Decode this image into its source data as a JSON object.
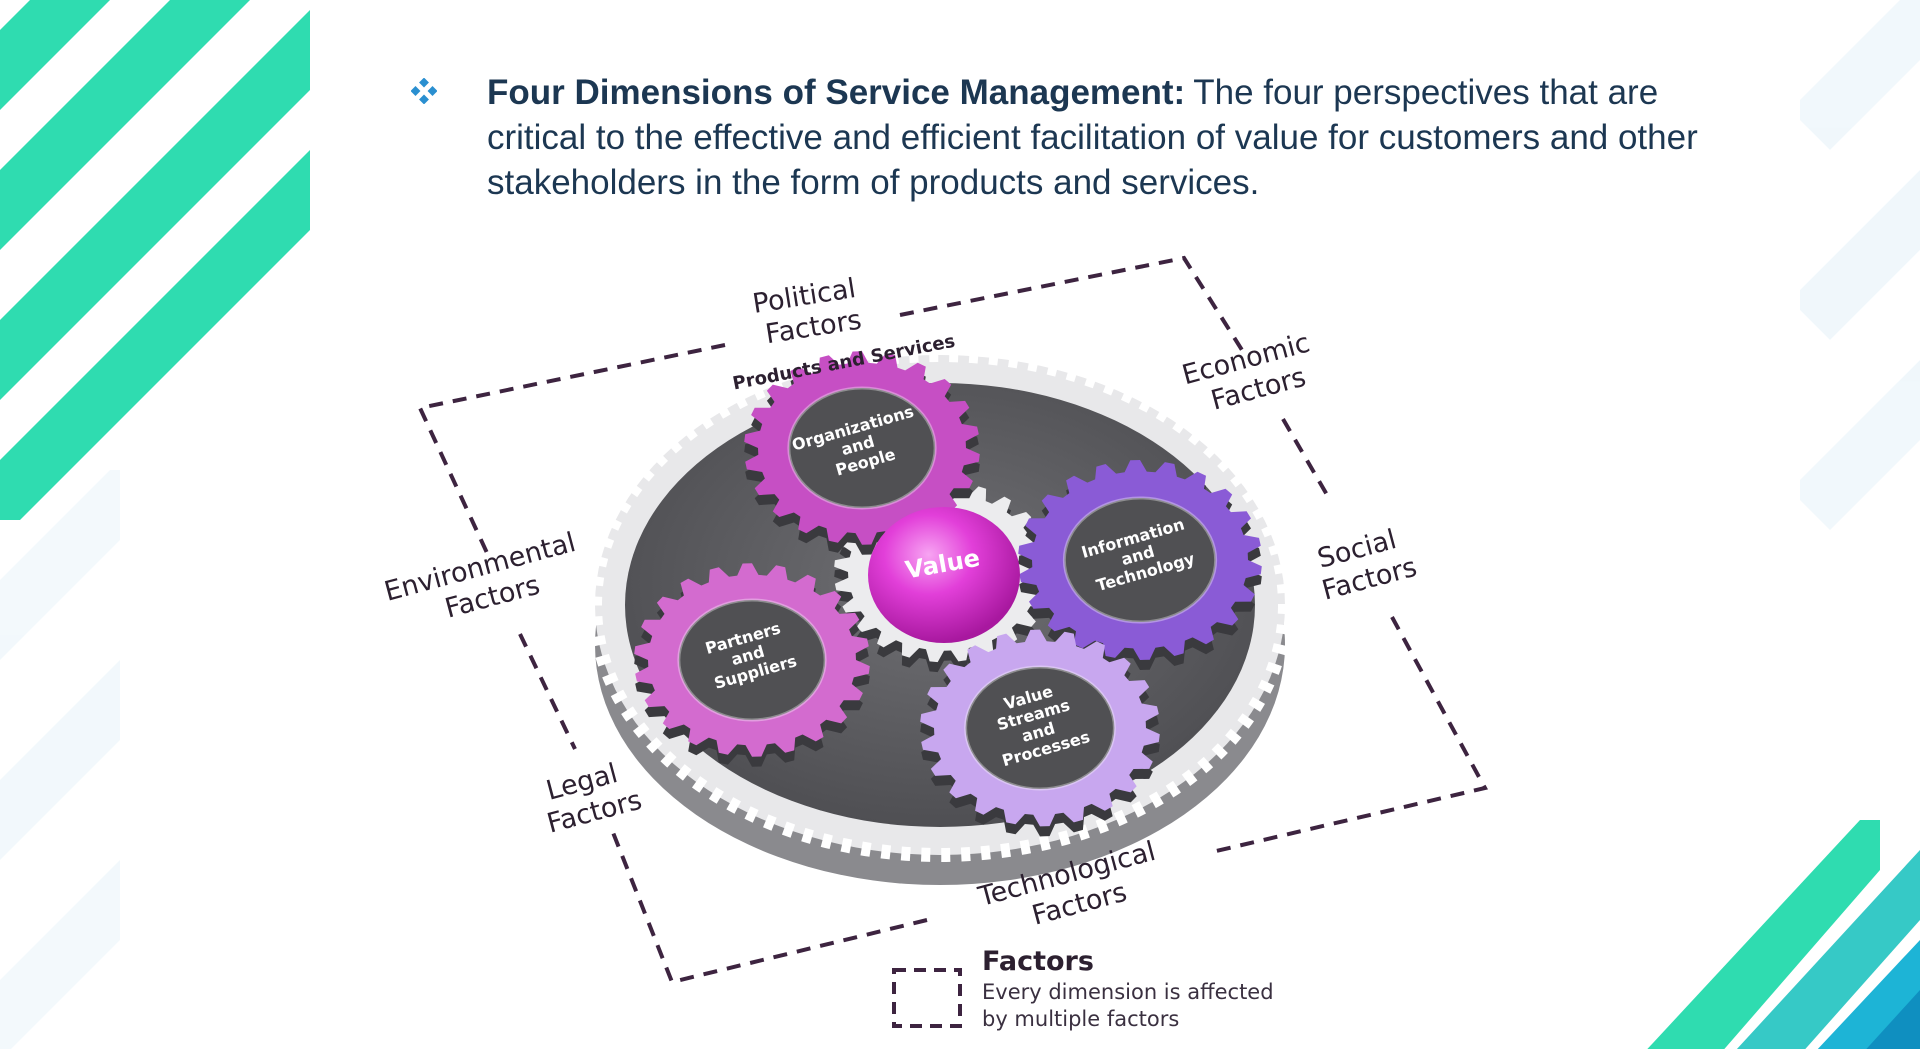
{
  "heading": {
    "bullet_icon": "diamond-bullet-icon",
    "lead": "Four Dimensions of Service Management:",
    "body": "The four perspectives that are critical to the effective and efficient facilitation of value for customers and other stakeholders in the form of products and services."
  },
  "diagram": {
    "outer_ring_label": "Products and Services",
    "center": "Value",
    "dimensions": {
      "organizations": [
        "Organizations",
        "and",
        "People"
      ],
      "information": [
        "Information",
        "and",
        "Technology"
      ],
      "partners": [
        "Partners",
        "and",
        "Suppliers"
      ],
      "value_streams": [
        "Value",
        "Streams",
        "and",
        "Processes"
      ]
    },
    "factors": {
      "political": [
        "Political",
        "Factors"
      ],
      "economic": [
        "Economic",
        "Factors"
      ],
      "social": [
        "Social",
        "Factors"
      ],
      "technological": [
        "Technological",
        "Factors"
      ],
      "legal": [
        "Legal",
        "Factors"
      ],
      "environmental": [
        "Environmental",
        "Factors"
      ]
    },
    "legend": {
      "title": "Factors",
      "line1": "Every dimension is affected",
      "line2": "by multiple factors"
    }
  },
  "colors": {
    "heading_text": "#1c3752",
    "accent_teal": "#2fdcb0",
    "accent_blue": "#0f8fc0",
    "dashed_border": "#3d2440",
    "gear_magenta": "#c64fc4",
    "gear_violet": "#8a5bd6",
    "gear_lilac": "#c8a7ef",
    "gear_dark": "#505053"
  }
}
